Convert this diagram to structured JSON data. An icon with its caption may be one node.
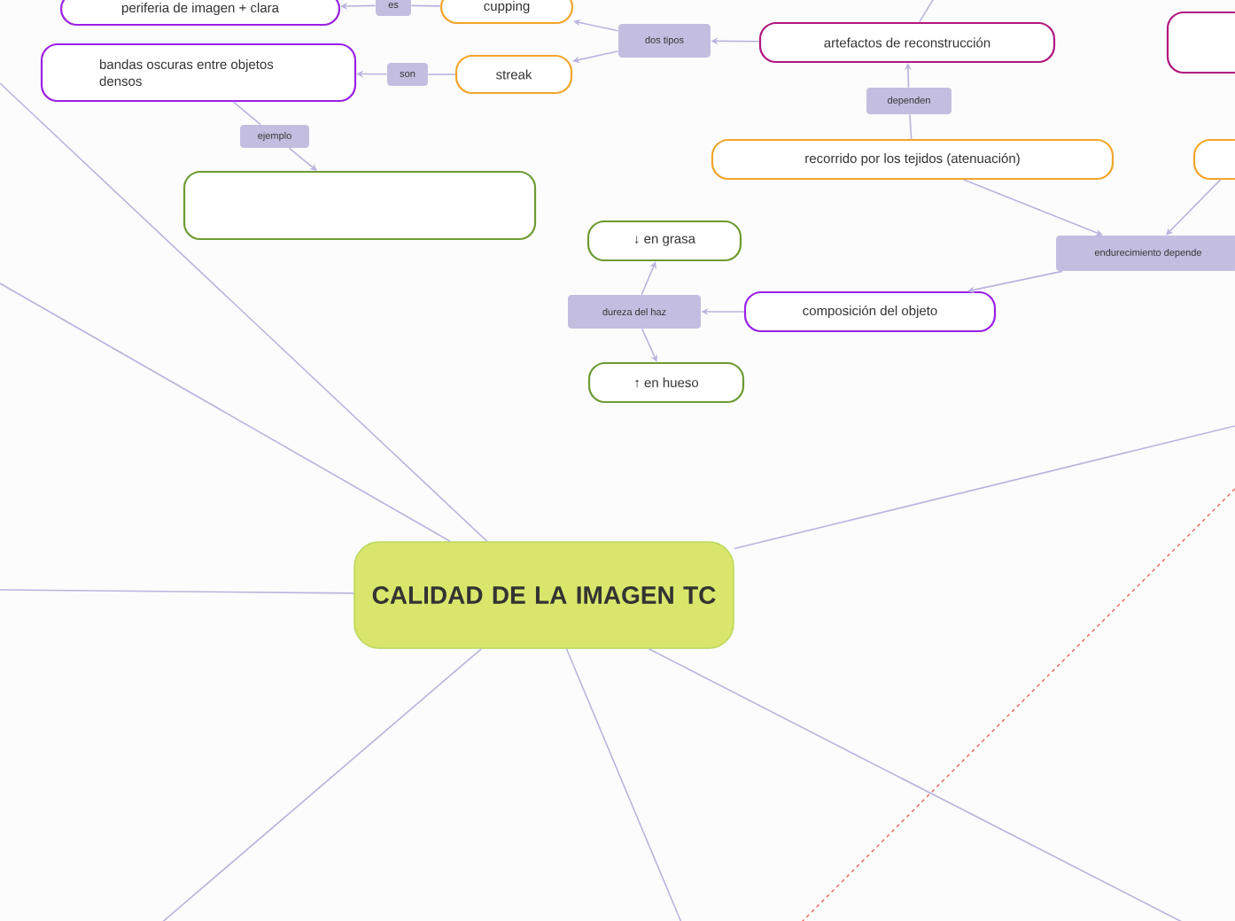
{
  "diagram": {
    "nodes": [
      {
        "text": [
          "CALIDAD DE LA IMAGEN TC"
        ]
      },
      {
        "text": [
          "periferia de imagen + clara"
        ]
      },
      {
        "text": [
          "es"
        ]
      },
      {
        "text": [
          "cupping"
        ]
      },
      {
        "text": [
          "dos tipos"
        ]
      },
      {
        "text": [
          "streak"
        ]
      },
      {
        "text": [
          "son"
        ]
      },
      {
        "text": [
          "bandas oscuras entre objetos densos"
        ]
      },
      {
        "text": [
          "ejemplo"
        ]
      },
      {
        "text": [],
        "shape": "box"
      },
      {
        "text": [
          "artefactos de reconstrucción"
        ]
      },
      {
        "text": [
          "dependen"
        ]
      },
      {
        "text": [
          "recorrido por los tejidos (atenuación)"
        ]
      },
      {
        "text": [],
        "shape": "box"
      },
      {
        "text": [],
        "shape": "box"
      },
      {
        "text": [
          "endurecimiento depende"
        ]
      },
      {
        "text": [
          "composición del objeto"
        ]
      },
      {
        "text": [
          "dureza del haz"
        ]
      },
      {
        "text": [
          "↓ en grasa"
        ]
      },
      {
        "text": [
          "↑ en hueso"
        ]
      }
    ],
    "edges": [
      {
        "from": 4,
        "to": 3,
        "arrow": "to"
      },
      {
        "from": 4,
        "to": 5,
        "arrow": "to"
      },
      {
        "from": 3,
        "to": 2,
        "arrow": "none"
      },
      {
        "from": 2,
        "to": 1,
        "arrow": "to"
      },
      {
        "from": 5,
        "to": 6,
        "arrow": "none"
      },
      {
        "from": 6,
        "to": 7,
        "arrow": "to"
      },
      {
        "from": 7,
        "to": 8,
        "arrow": "none"
      },
      {
        "from": 8,
        "to": 9,
        "arrow": "to"
      },
      {
        "from": 10,
        "to": 4,
        "arrow": "to"
      },
      {
        "from": 10,
        "to": null,
        "arrow": "none"
      },
      {
        "from": 12,
        "to": 11,
        "arrow": "none"
      },
      {
        "from": 11,
        "to": 10,
        "arrow": "to"
      },
      {
        "from": 12,
        "to": 15,
        "arrow": "to"
      },
      {
        "from": 14,
        "to": 15,
        "arrow": "to"
      },
      {
        "from": 15,
        "to": 16,
        "arrow": "to"
      },
      {
        "from": 16,
        "to": 17,
        "arrow": "to"
      },
      {
        "from": 17,
        "to": 18,
        "arrow": "to"
      },
      {
        "from": 17,
        "to": 19,
        "arrow": "to"
      },
      {
        "from": 0,
        "to": null,
        "arrow": "none"
      },
      {
        "from": 0,
        "to": null,
        "arrow": "none"
      },
      {
        "from": 0,
        "to": null,
        "arrow": "none"
      },
      {
        "from": 0,
        "to": null,
        "arrow": "none"
      },
      {
        "from": 0,
        "to": null,
        "arrow": "none"
      },
      {
        "from": 0,
        "to": null,
        "arrow": "none"
      },
      {
        "from": 0,
        "to": null,
        "arrow": "none"
      }
    ]
  }
}
